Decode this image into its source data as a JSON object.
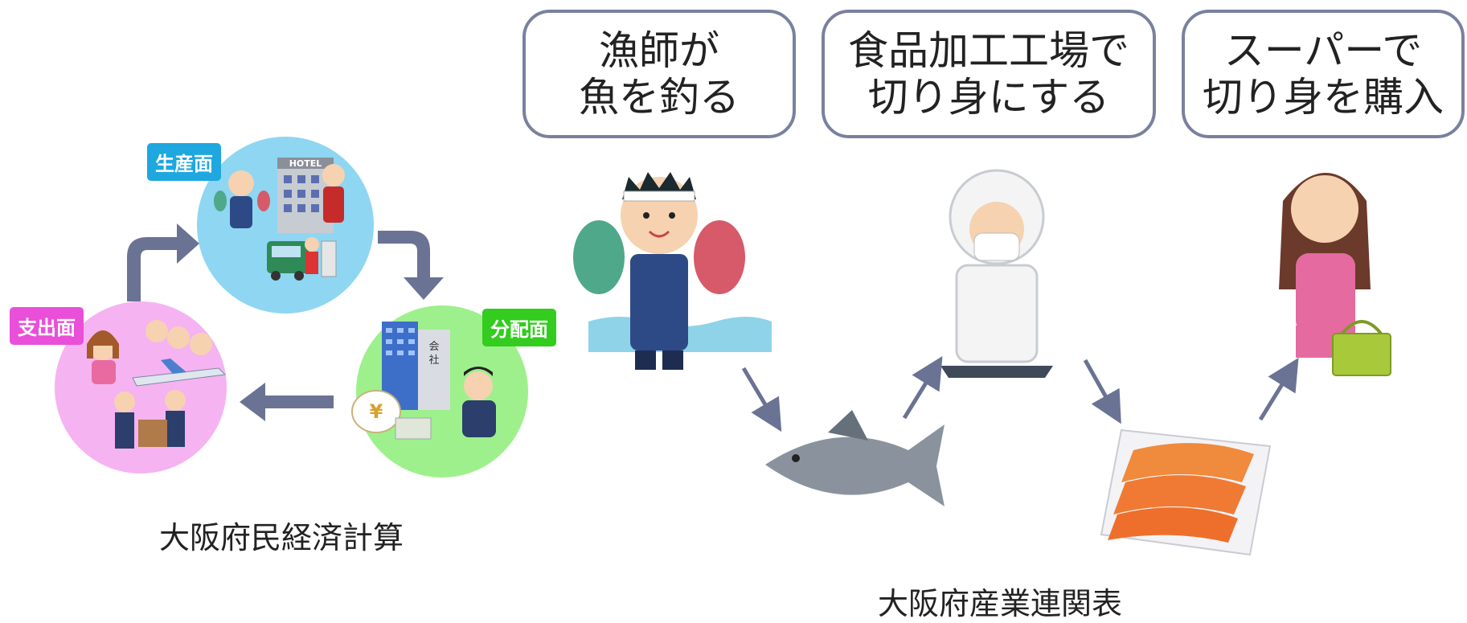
{
  "steps": [
    {
      "line1": "漁師が",
      "line2": "魚を釣る"
    },
    {
      "line1": "食品加工工場で",
      "line2": "切り身にする"
    },
    {
      "line1": "スーパーで",
      "line2": "切り身を購入"
    }
  ],
  "cycle": {
    "production_label": "生産面",
    "distribution_label": "分配面",
    "expenditure_label": "支出面",
    "hotel_sign": "HOTEL",
    "company_sign_1": "会",
    "company_sign_2": "社",
    "yen_symbol": "¥"
  },
  "captions": {
    "left": "大阪府民経済計算",
    "right": "大阪府産業連関表"
  },
  "colors": {
    "production_badge": "#1fa7e0",
    "distribution_badge": "#33cc1f",
    "expenditure_badge": "#e94fd9",
    "arrow": "#6b7394",
    "box_border": "#7a819e"
  }
}
